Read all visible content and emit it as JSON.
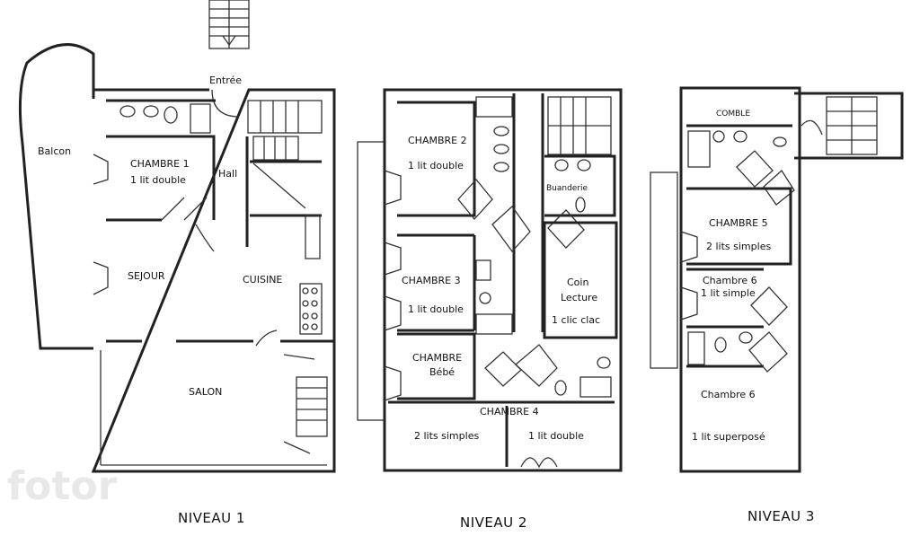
{
  "levels": [
    {
      "title": "NIVEAU 1",
      "labels": {
        "entree": "Entrée",
        "balcon": "Balcon",
        "hall": "Hall",
        "chambre1": "CHAMBRE 1",
        "chambre1_bed": "1 lit double",
        "sejour": "SEJOUR",
        "cuisine": "CUISINE",
        "salon": "SALON"
      }
    },
    {
      "title": "NIVEAU 2",
      "labels": {
        "chambre2": "CHAMBRE 2",
        "chambre2_bed": "1 lit double",
        "buanderie": "Buanderie",
        "chambre3": "CHAMBRE 3",
        "chambre3_bed": "1 lit double",
        "coin": "Coin",
        "lecture": "Lecture",
        "clicclac": "1 clic clac",
        "chambre": "CHAMBRE",
        "bebe": "Bébé",
        "chambre4": "CHAMBRE 4",
        "chambre4_beds_a": "2 lits simples",
        "chambre4_beds_b": "1 lit double"
      }
    },
    {
      "title": "NIVEAU 3",
      "labels": {
        "comble": "COMBLE",
        "chambre5": "CHAMBRE 5",
        "chambre5_beds": "2 lits simples",
        "chambre6a": "Chambre 6",
        "chambre6a_bed": "1 lit simple",
        "chambre6b": "Chambre 6",
        "chambre6b_bed": "1 lit superposé"
      }
    }
  ],
  "watermark": "fotor"
}
